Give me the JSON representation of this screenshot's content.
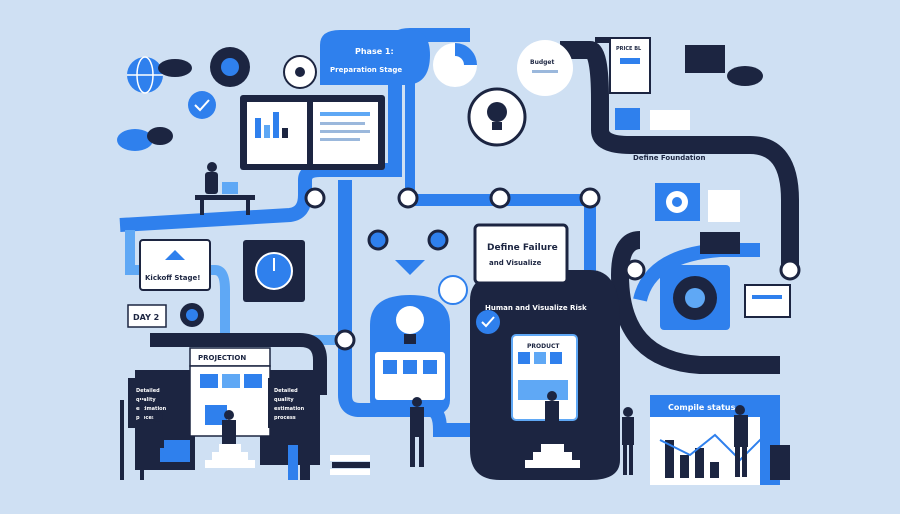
{
  "labels": {
    "phase_title": "Phase 1:",
    "phase_sub": "Preparation Stage",
    "define_foundation": "Define Foundation",
    "define_failure_1": "Define Failure",
    "define_failure_2": "and Visualize",
    "human_risk": "Human and Visualize Risk",
    "kickoff": "Kickoff Stage!",
    "day": "DAY 2",
    "projection": "PROJECTION",
    "product": "PRODUCT",
    "compile": "Compile status",
    "budget": "Budget",
    "shot": "PRICE BL",
    "left_panel": [
      "Detailed",
      "quality",
      "estimation",
      "process"
    ],
    "right_panel": [
      "Detailed",
      "quality",
      "estimation",
      "process"
    ]
  },
  "colors": {
    "bg": "#cfe0f3",
    "navy": "#1c2541",
    "blue": "#2f80ed",
    "light_blue": "#5fa8f5",
    "white": "#ffffff"
  }
}
